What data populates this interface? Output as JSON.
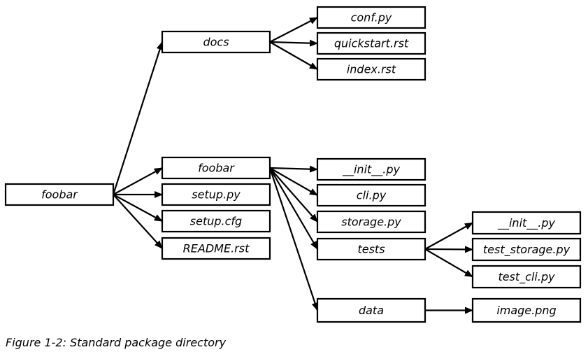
{
  "nodes": [
    {
      "id": "root",
      "label": "foobar"
    },
    {
      "id": "docs",
      "label": "docs"
    },
    {
      "id": "conf",
      "label": "conf.py"
    },
    {
      "id": "quickstart",
      "label": "quickstart.rst"
    },
    {
      "id": "index",
      "label": "index.rst"
    },
    {
      "id": "pkg",
      "label": "foobar"
    },
    {
      "id": "setup_py",
      "label": "setup.py"
    },
    {
      "id": "setup_cfg",
      "label": "setup.cfg"
    },
    {
      "id": "readme",
      "label": "README.rst"
    },
    {
      "id": "init",
      "label": "__init__.py"
    },
    {
      "id": "cli",
      "label": "cli.py"
    },
    {
      "id": "storage",
      "label": "storage.py"
    },
    {
      "id": "tests",
      "label": "tests"
    },
    {
      "id": "data",
      "label": "data"
    },
    {
      "id": "tests_init",
      "label": "__init__.py"
    },
    {
      "id": "test_storage",
      "label": "test_storage.py"
    },
    {
      "id": "test_cli",
      "label": "test_cli.py"
    },
    {
      "id": "image",
      "label": "image.png"
    }
  ],
  "edges": [
    [
      "root",
      "docs"
    ],
    [
      "root",
      "pkg"
    ],
    [
      "root",
      "setup_py"
    ],
    [
      "root",
      "setup_cfg"
    ],
    [
      "root",
      "readme"
    ],
    [
      "docs",
      "conf"
    ],
    [
      "docs",
      "quickstart"
    ],
    [
      "docs",
      "index"
    ],
    [
      "pkg",
      "init"
    ],
    [
      "pkg",
      "cli"
    ],
    [
      "pkg",
      "storage"
    ],
    [
      "pkg",
      "tests"
    ],
    [
      "pkg",
      "data"
    ],
    [
      "tests",
      "tests_init"
    ],
    [
      "tests",
      "test_storage"
    ],
    [
      "tests",
      "test_cli"
    ],
    [
      "data",
      "image"
    ]
  ],
  "caption": "Figure 1-2: Standard package directory"
}
